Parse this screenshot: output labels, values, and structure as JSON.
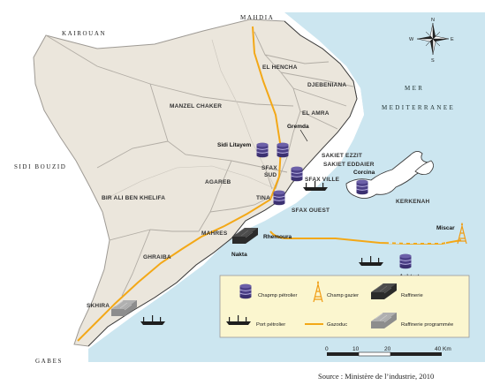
{
  "governorates": {
    "north": "MAHDIA",
    "northwest": "KAIROUAN",
    "west": "SIDI BOUZID",
    "south": "GABES"
  },
  "sea": {
    "line1": "MER",
    "line2": "MEDITERRANEE"
  },
  "delegations": {
    "el_hencha": "EL HENCHA",
    "djebeniana": "DJEBENIANA",
    "el_amra": "EL AMRA",
    "menzel_chaker": "MANZEL CHAKER",
    "sakiet_ezzit": "SAKIET EZZIT",
    "sakiet_eddaier": "SAKIET EDDAIER",
    "sfax_sud": "SFAX\nSUD",
    "sfax_ville": "SFAX VILLE",
    "sfax_ouest": "SFAX OUEST",
    "agareb": "AGAREB",
    "bir_ali": "BIR ALI BEN KHELIFA",
    "tina": "TINA",
    "mahres": "MAHRES",
    "ghraiba": "GHRAIBA",
    "skhira": "SKHIRA",
    "kerkennah": "KERKENAH"
  },
  "sites": {
    "sidi_litayem": "Sidi Litayem",
    "gremda": "Gremda",
    "corcina": "Corcina",
    "rhemoura": "Rhemoura",
    "nakta": "Nakta",
    "ashtart": "Ashtart",
    "miscar": "Miscar"
  },
  "legend": {
    "oil_field": "Chapmp pétrolier",
    "gas_field": "Champ gazier",
    "refinery": "Raffinerie",
    "oil_port": "Port pétrolier",
    "pipeline": "Gazoduc",
    "planned_refinery": "Raffinerie programmée"
  },
  "scale": {
    "ticks": [
      "0",
      "10",
      "20",
      "40 Km"
    ]
  },
  "compass": {
    "n": "N",
    "s": "S",
    "e": "E",
    "w": "W"
  },
  "source": "Source : Ministère de l’industrie, 2010",
  "colors": {
    "sea": "#cce6f0",
    "land": "#ebe6dc",
    "outside_land": "#ffffff",
    "borders": "#9e9a94",
    "pipeline": "#f3a817",
    "legend_bg": "#fbf6cf",
    "oil_symbol": "#4b3f86",
    "refinery": "#2a2a2a",
    "planned_refinery": "#8d8d8d"
  }
}
